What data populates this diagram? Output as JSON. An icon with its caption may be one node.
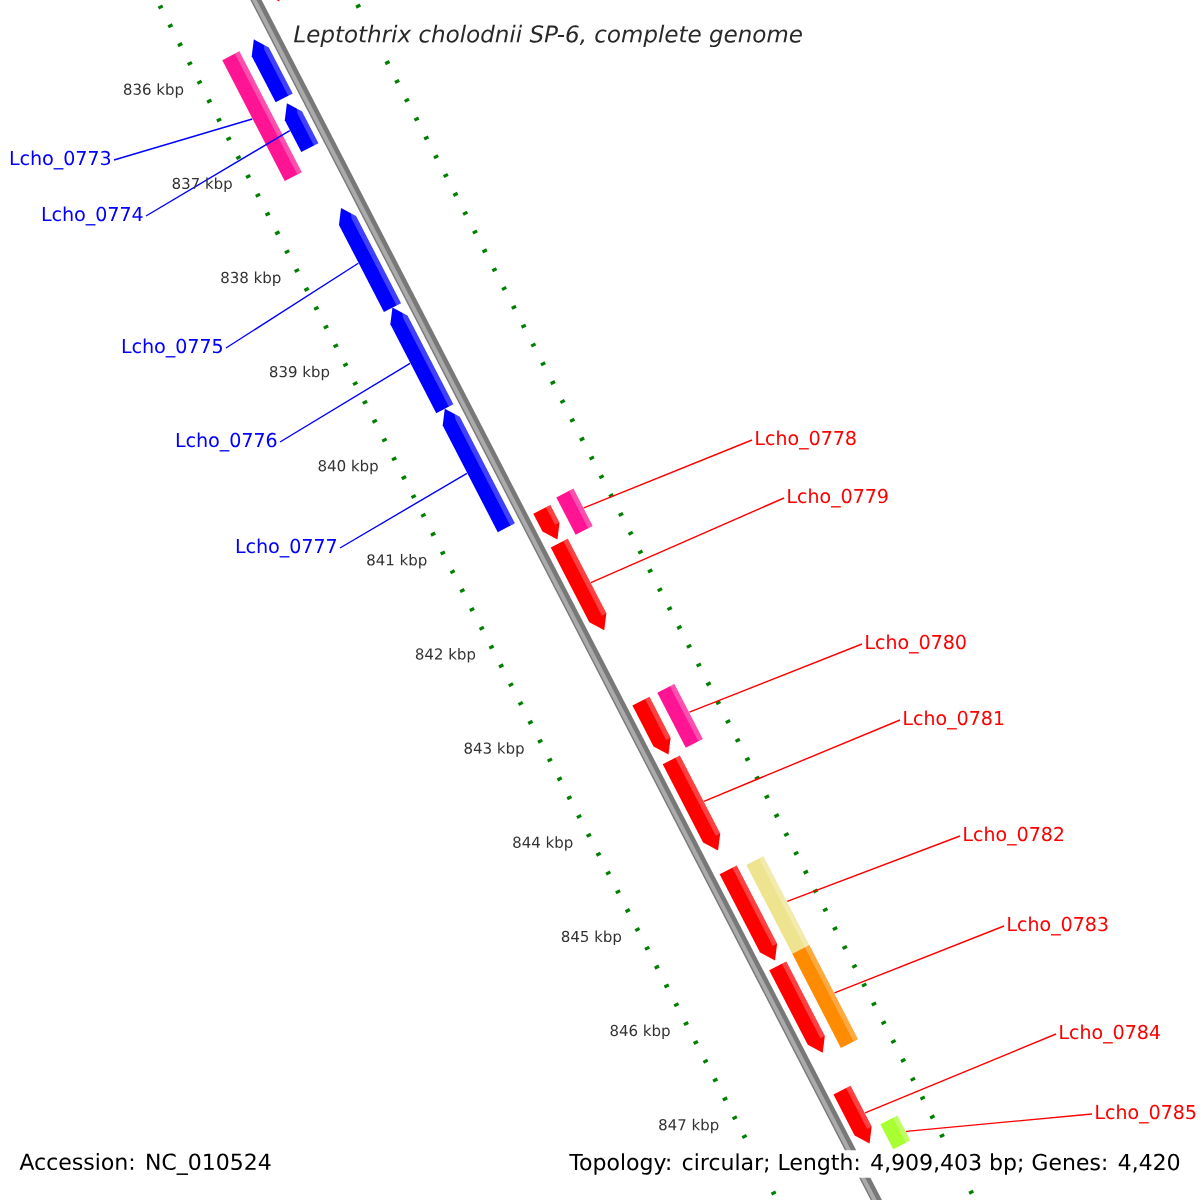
{
  "diagram": {
    "title": "Leptothrix cholodnii SP-6, complete genome",
    "nodes": [
      {
        "text": [
          "Lcho_0773"
        ]
      },
      {
        "text": [
          "Lcho_0774"
        ]
      },
      {
        "text": [
          "Lcho_0775"
        ]
      },
      {
        "text": [
          "Lcho_0776"
        ]
      },
      {
        "text": [
          "Lcho_0777"
        ]
      },
      {
        "text": [
          "Lcho_0778"
        ]
      },
      {
        "text": [
          "Lcho_0779"
        ]
      },
      {
        "text": [
          "Lcho_0780"
        ]
      },
      {
        "text": [
          "Lcho_0781"
        ]
      },
      {
        "text": [
          "Lcho_0782"
        ]
      },
      {
        "text": [
          "Lcho_0783"
        ]
      },
      {
        "text": [
          "Lcho_0784"
        ]
      },
      {
        "text": [
          "Lcho_0785"
        ]
      },
      {
        "text": [],
        "shape": "bar"
      },
      {
        "text": [],
        "shape": "bar"
      },
      {
        "text": [],
        "shape": "bar"
      },
      {
        "text": [],
        "shape": "bar"
      },
      {
        "text": [],
        "shape": "bar"
      },
      {
        "text": [],
        "shape": "bar"
      },
      {
        "text": [],
        "shape": "bar"
      },
      {
        "text": [],
        "shape": "bar"
      },
      {
        "text": [],
        "shape": "bar"
      },
      {
        "text": [],
        "shape": "bar"
      },
      {
        "text": [],
        "shape": "bar"
      },
      {
        "text": [],
        "shape": "bar"
      },
      {
        "text": [],
        "shape": "bar"
      },
      {
        "text": [],
        "shape": "bar"
      },
      {
        "text": [],
        "shape": "bar"
      },
      {
        "text": [],
        "shape": "bar"
      },
      {
        "text": [],
        "shape": "bar"
      },
      {
        "text": [],
        "shape": "bar"
      },
      {
        "text": [],
        "shape": "bar"
      }
    ],
    "edges": [
      {
        "from": 0,
        "to": 15,
        "arrow": "none",
        "color": "#0000ff"
      },
      {
        "from": 1,
        "to": 16,
        "arrow": "none",
        "color": "#0000ff"
      },
      {
        "from": 2,
        "to": 17,
        "arrow": "none",
        "color": "#0000ff"
      },
      {
        "from": 3,
        "to": 18,
        "arrow": "none",
        "color": "#0000ff"
      },
      {
        "from": 4,
        "to": 19,
        "arrow": "none",
        "color": "#0000ff"
      },
      {
        "from": 5,
        "to": 20,
        "arrow": "none",
        "color": "#ff0000"
      },
      {
        "from": 6,
        "to": 22,
        "arrow": "none",
        "color": "#ff0000"
      },
      {
        "from": 7,
        "to": 23,
        "arrow": "none",
        "color": "#ff0000"
      },
      {
        "from": 8,
        "to": 25,
        "arrow": "none",
        "color": "#ff0000"
      },
      {
        "from": 9,
        "to": 26,
        "arrow": "none",
        "color": "#ff0000"
      },
      {
        "from": 10,
        "to": 28,
        "arrow": "none",
        "color": "#ff0000"
      },
      {
        "from": 11,
        "to": 30,
        "arrow": "none",
        "color": "#ff0000"
      },
      {
        "from": 12,
        "to": 31,
        "arrow": "none",
        "color": "#ff0000"
      }
    ],
    "labels": [
      "836 kbp",
      "837 kbp",
      "838 kbp",
      "839 kbp",
      "840 kbp",
      "841 kbp",
      "842 kbp",
      "843 kbp",
      "844 kbp",
      "845 kbp",
      "846 kbp",
      "847 kbp",
      "Accession: NC_010524",
      "Topology: circular; Length: 4,909,403 bp; Genes: 4,420"
    ]
  }
}
